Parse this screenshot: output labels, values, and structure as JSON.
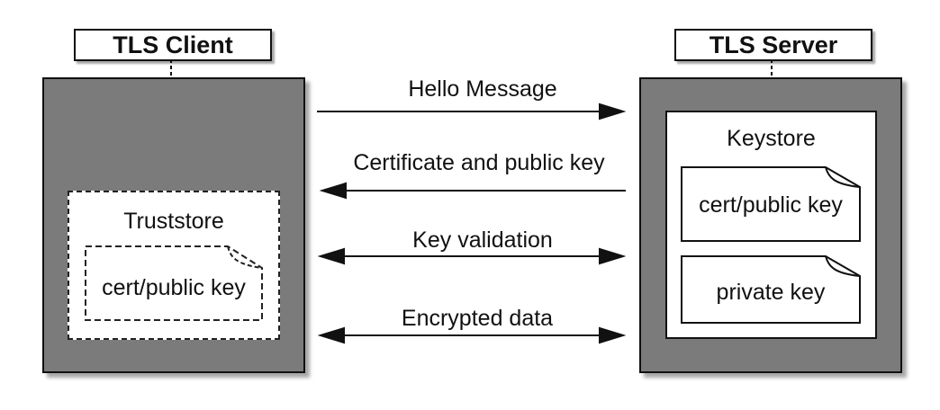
{
  "client": {
    "title": "TLS Client",
    "truststore_label": "Truststore",
    "trust_cert_label": "cert/public key"
  },
  "server": {
    "title": "TLS Server",
    "keystore_label": "Keystore",
    "cert_label": "cert/public key",
    "private_key_label": "private key"
  },
  "messages": [
    {
      "label": "Hello Message",
      "direction": "right"
    },
    {
      "label": "Certificate and public key",
      "direction": "left"
    },
    {
      "label": "Key validation",
      "direction": "both"
    },
    {
      "label": "Encrypted data",
      "direction": "both"
    }
  ]
}
